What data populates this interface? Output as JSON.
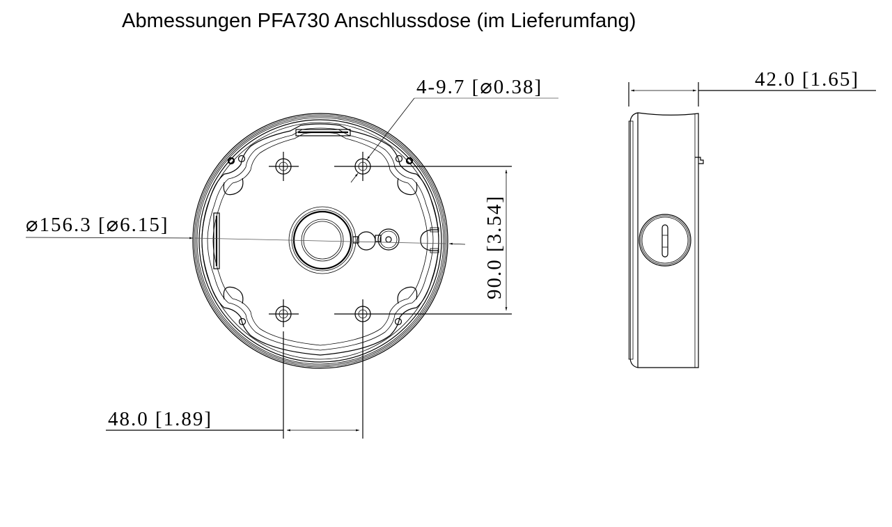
{
  "title": "Abmessungen PFA730 Anschlussdose (im Lieferumfang)",
  "dimensions": {
    "mount_holes": "4-9.7  [⌀0.38]",
    "outer_diameter": "⌀156.3  [⌀6.15]",
    "vertical_hole_spacing": "90.0  [3.54]",
    "horizontal_hole_spacing": "48.0  [1.89]",
    "depth": "42.0  [1.65]"
  },
  "views": {
    "front": "front-view-junction-box",
    "side": "side-view-junction-box"
  },
  "colors": {
    "background": "#ffffff",
    "line": "#000000"
  }
}
